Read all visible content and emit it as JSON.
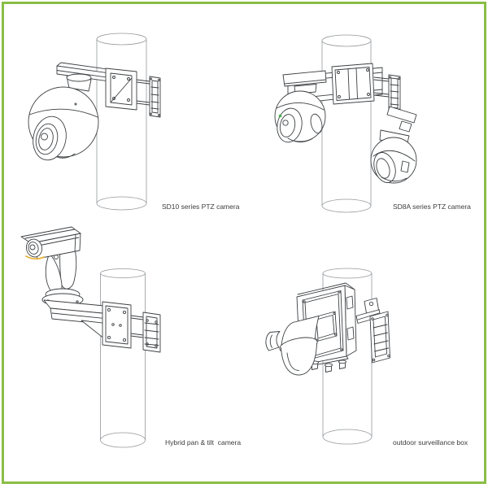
{
  "document": {
    "kind": "product line-drawing diagram",
    "subject": "PTZ camera pole-mount options"
  },
  "figures": [
    {
      "id": "sd10",
      "caption": "SD10 series PTZ camera",
      "drawing": "dome-ptz-camera-on-pole-bracket"
    },
    {
      "id": "sd8a",
      "caption": "SD8A series PTZ camera",
      "drawing": "dual-dome-ptz-cameras-on-pole-crossbar"
    },
    {
      "id": "hybrid",
      "caption": "Hybrid pan & tilt  camera",
      "drawing": "bullet-camera-on-pan-tilt-positioner-pole-arm"
    },
    {
      "id": "box",
      "caption": "outdoor surveillance box",
      "drawing": "equipment-box-with-dome-camera-on-pole"
    }
  ],
  "colors": {
    "frame_green": "#8abd45",
    "line_dark": "#3d4043",
    "line_light": "#94989b",
    "accent_green": "#3faf4c",
    "accent_yellow": "#e9b33c",
    "label_text": "#3c3c3c",
    "background": "#ffffff"
  }
}
